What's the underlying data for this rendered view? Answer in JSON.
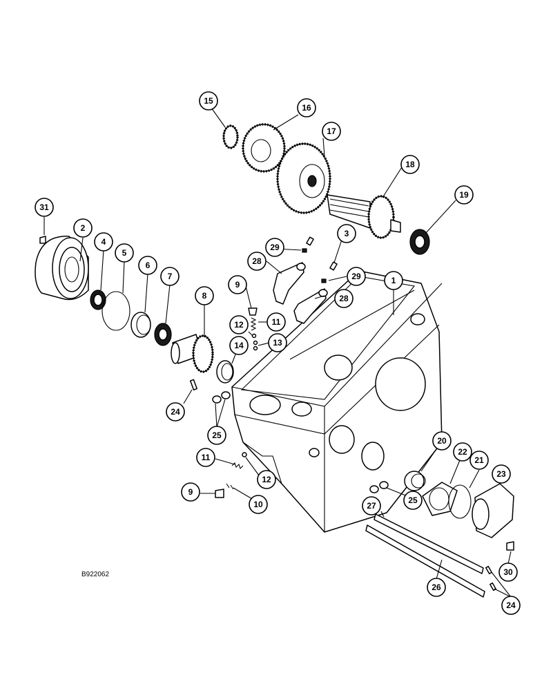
{
  "drawing_code": "B922062",
  "callouts": [
    {
      "id": "c31",
      "label": "31"
    },
    {
      "id": "c2",
      "label": "2"
    },
    {
      "id": "c4",
      "label": "4"
    },
    {
      "id": "c5",
      "label": "5"
    },
    {
      "id": "c6",
      "label": "6"
    },
    {
      "id": "c7",
      "label": "7"
    },
    {
      "id": "c8",
      "label": "8"
    },
    {
      "id": "c15",
      "label": "15"
    },
    {
      "id": "c16",
      "label": "16"
    },
    {
      "id": "c17",
      "label": "17"
    },
    {
      "id": "c18",
      "label": "18"
    },
    {
      "id": "c19",
      "label": "19"
    },
    {
      "id": "c3",
      "label": "3"
    },
    {
      "id": "c29a",
      "label": "29"
    },
    {
      "id": "c29b",
      "label": "29"
    },
    {
      "id": "c28a",
      "label": "28"
    },
    {
      "id": "c28b",
      "label": "28"
    },
    {
      "id": "c9a",
      "label": "9"
    },
    {
      "id": "c11a",
      "label": "11"
    },
    {
      "id": "c12a",
      "label": "12"
    },
    {
      "id": "c13",
      "label": "13"
    },
    {
      "id": "c14",
      "label": "14"
    },
    {
      "id": "c1",
      "label": "1"
    },
    {
      "id": "c24a",
      "label": "24"
    },
    {
      "id": "c25a",
      "label": "25"
    },
    {
      "id": "c11b",
      "label": "11"
    },
    {
      "id": "c12b",
      "label": "12"
    },
    {
      "id": "c9b",
      "label": "9"
    },
    {
      "id": "c10",
      "label": "10"
    },
    {
      "id": "c20",
      "label": "20"
    },
    {
      "id": "c22",
      "label": "22"
    },
    {
      "id": "c21",
      "label": "21"
    },
    {
      "id": "c23",
      "label": "23"
    },
    {
      "id": "c25b",
      "label": "25"
    },
    {
      "id": "c27",
      "label": "27"
    },
    {
      "id": "c30",
      "label": "30"
    },
    {
      "id": "c26",
      "label": "26"
    },
    {
      "id": "c24b",
      "label": "24"
    }
  ]
}
